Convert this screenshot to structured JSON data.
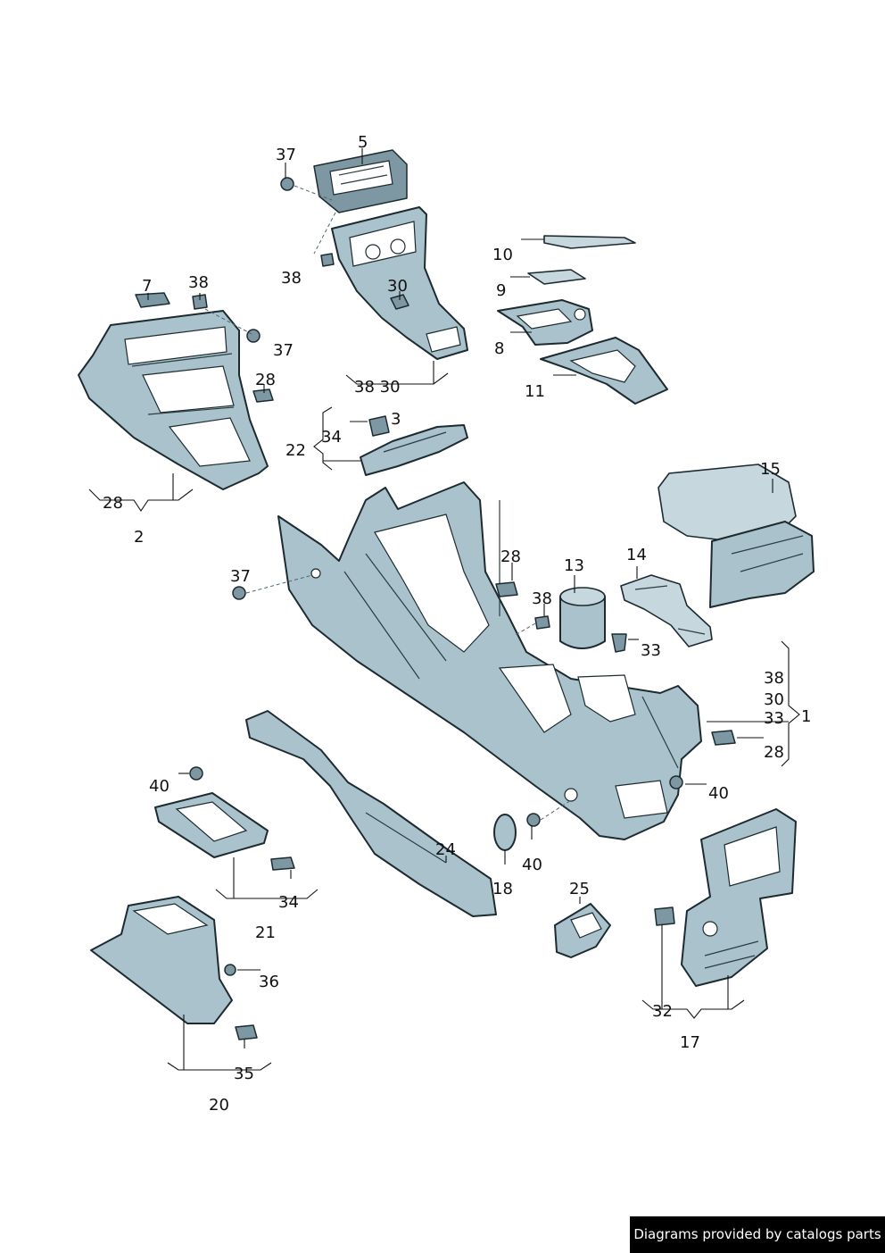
{
  "credit": "Diagrams provided by catalogs parts",
  "callouts": [
    {
      "id": "c-37a",
      "text": "37"
    },
    {
      "id": "c-5",
      "text": "5"
    },
    {
      "id": "c-38a",
      "text": "38"
    },
    {
      "id": "c-30a",
      "text": "30"
    },
    {
      "id": "c-38-30",
      "text": "38 30"
    },
    {
      "id": "c-10",
      "text": "10"
    },
    {
      "id": "c-9",
      "text": "9"
    },
    {
      "id": "c-8",
      "text": "8"
    },
    {
      "id": "c-11",
      "text": "11"
    },
    {
      "id": "c-7",
      "text": "7"
    },
    {
      "id": "c-38b",
      "text": "38"
    },
    {
      "id": "c-37b",
      "text": "37"
    },
    {
      "id": "c-28a",
      "text": "28"
    },
    {
      "id": "c-28b",
      "text": "28"
    },
    {
      "id": "c-2",
      "text": "2"
    },
    {
      "id": "c-3",
      "text": "3"
    },
    {
      "id": "c-34a",
      "text": "34"
    },
    {
      "id": "c-22",
      "text": "22"
    },
    {
      "id": "c-15",
      "text": "15"
    },
    {
      "id": "c-37c",
      "text": "37"
    },
    {
      "id": "c-28c",
      "text": "28"
    },
    {
      "id": "c-13",
      "text": "13"
    },
    {
      "id": "c-14",
      "text": "14"
    },
    {
      "id": "c-38c",
      "text": "38"
    },
    {
      "id": "c-33a",
      "text": "33"
    },
    {
      "id": "c-38d",
      "text": "38"
    },
    {
      "id": "c-30b",
      "text": "30"
    },
    {
      "id": "c-33b",
      "text": "33"
    },
    {
      "id": "c-1",
      "text": "1"
    },
    {
      "id": "c-28d",
      "text": "28"
    },
    {
      "id": "c-40a",
      "text": "40"
    },
    {
      "id": "c-40b",
      "text": "40"
    },
    {
      "id": "c-24",
      "text": "24"
    },
    {
      "id": "c-18",
      "text": "18"
    },
    {
      "id": "c-40c",
      "text": "40"
    },
    {
      "id": "c-34b",
      "text": "34"
    },
    {
      "id": "c-21",
      "text": "21"
    },
    {
      "id": "c-25",
      "text": "25"
    },
    {
      "id": "c-36",
      "text": "36"
    },
    {
      "id": "c-35",
      "text": "35"
    },
    {
      "id": "c-20",
      "text": "20"
    },
    {
      "id": "c-32",
      "text": "32"
    },
    {
      "id": "c-17",
      "text": "17"
    }
  ]
}
